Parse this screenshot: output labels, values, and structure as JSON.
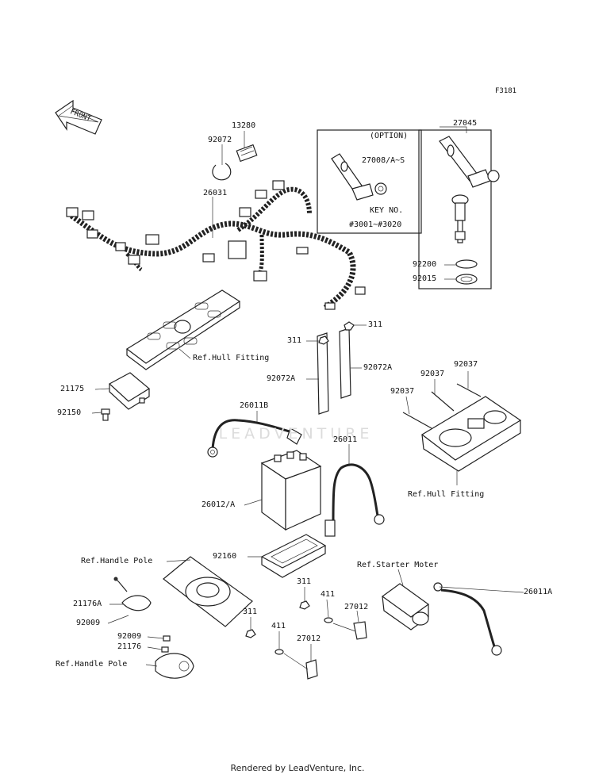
{
  "figure_code": "F3181",
  "front_label": "FRONT",
  "watermark": "LEADVENTURE",
  "footer": "Rendered by LeadVenture, Inc.",
  "option_box": {
    "title": "(OPTION)",
    "part": "27008/A~S",
    "key_label": "KEY NO.",
    "key_range": "#3001~#3020"
  },
  "callouts": [
    {
      "id": "13280",
      "text": "13280"
    },
    {
      "id": "92072",
      "text": "92072"
    },
    {
      "id": "26031",
      "text": "26031"
    },
    {
      "id": "27045",
      "text": "27045"
    },
    {
      "id": "92200",
      "text": "92200"
    },
    {
      "id": "92015",
      "text": "92015"
    },
    {
      "id": "ref-hull-1",
      "text": "Ref.Hull Fitting"
    },
    {
      "id": "21175",
      "text": "21175"
    },
    {
      "id": "92150",
      "text": "92150"
    },
    {
      "id": "311-a",
      "text": "311"
    },
    {
      "id": "311-b",
      "text": "311"
    },
    {
      "id": "92072A-l",
      "text": "92072A"
    },
    {
      "id": "92072A-r",
      "text": "92072A"
    },
    {
      "id": "92037-a",
      "text": "92037"
    },
    {
      "id": "92037-b",
      "text": "92037"
    },
    {
      "id": "92037-c",
      "text": "92037"
    },
    {
      "id": "26011B",
      "text": "26011B"
    },
    {
      "id": "26011",
      "text": "26011"
    },
    {
      "id": "ref-hull-2",
      "text": "Ref.Hull Fitting"
    },
    {
      "id": "26012A",
      "text": "26012/A"
    },
    {
      "id": "92160",
      "text": "92160"
    },
    {
      "id": "ref-handle-1",
      "text": "Ref.Handle Pole"
    },
    {
      "id": "ref-starter",
      "text": "Ref.Starter Moter"
    },
    {
      "id": "311-c",
      "text": "311"
    },
    {
      "id": "411-a",
      "text": "411"
    },
    {
      "id": "27012-a",
      "text": "27012"
    },
    {
      "id": "26011A",
      "text": "26011A"
    },
    {
      "id": "21176A",
      "text": "21176A"
    },
    {
      "id": "92009-a",
      "text": "92009"
    },
    {
      "id": "311-d",
      "text": "311"
    },
    {
      "id": "92009-b",
      "text": "92009"
    },
    {
      "id": "21176",
      "text": "21176"
    },
    {
      "id": "411-b",
      "text": "411"
    },
    {
      "id": "27012-b",
      "text": "27012"
    },
    {
      "id": "ref-handle-2",
      "text": "Ref.Handle Pole"
    }
  ]
}
